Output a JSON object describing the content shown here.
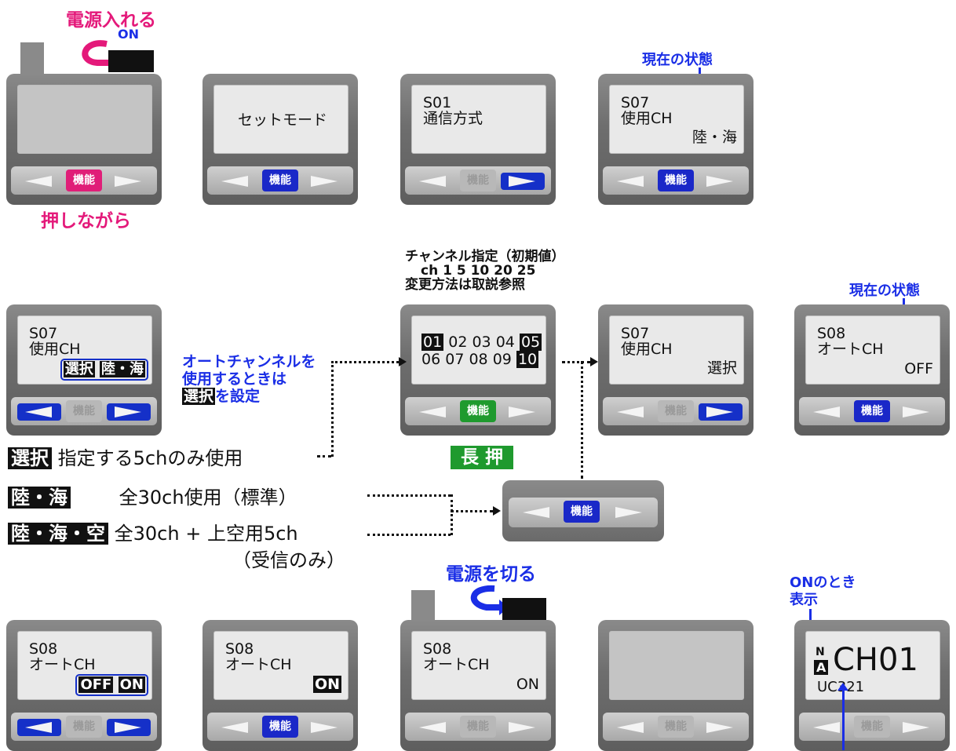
{
  "top_row": {
    "power_on_label": "電源入れる",
    "on_label": "ON",
    "hold_label": "押しながら",
    "current_state_label": "現在の状態",
    "d2_line1": "セットモード",
    "d3_line1": "S01",
    "d3_line2": "通信方式",
    "d4_line1": "S07",
    "d4_line2": "使用CH",
    "d4_value": "陸・海"
  },
  "middle_row": {
    "d5_line1": "S07",
    "d5_line2": "使用CH",
    "d5_opt1": "選択",
    "d5_opt2": "陸・海",
    "auto_note_line1": "オートチャンネルを",
    "auto_note_line2": "使用するときは",
    "auto_note_chip": "選択",
    "auto_note_suffix": "を設定",
    "ch_title_line1": "チャンネル指定（初期値）",
    "ch_title_line2": "ch 1 5 10 20 25",
    "ch_title_line3": "変更方法は取説参照",
    "channels_row1": [
      "01",
      "02",
      "03",
      "04",
      "05"
    ],
    "channels_row2": [
      "06",
      "07",
      "08",
      "09",
      "10"
    ],
    "long_press_label": "長 押",
    "d7_line1": "S07",
    "d7_line2": "使用CH",
    "d7_value": "選択",
    "current_state_label": "現在の状態",
    "d8_line1": "S08",
    "d8_line2": "オートCH",
    "d8_value": "OFF"
  },
  "legend": {
    "row1_chip": "選択",
    "row1_text": "指定する5chのみ使用",
    "row2_chip": "陸・海",
    "row2_text": "全30ch使用（標準）",
    "row3_chip": "陸・海・空",
    "row3_text": "全30ch + 上空用5ch",
    "row3_note": "（受信のみ）"
  },
  "bottom_row": {
    "power_off_label": "電源を切る",
    "d9_line1": "S08",
    "d9_line2": "オートCH",
    "d9_opt1": "OFF",
    "d9_opt2": "ON",
    "d10_line1": "S08",
    "d10_line2": "オートCH",
    "d10_value": "ON",
    "d11_line1": "S08",
    "d11_line2": "オートCH",
    "d11_value": "ON",
    "on_note_line1": "ONのとき",
    "on_note_line2": "表示",
    "d13_n": "N",
    "d13_a": "A",
    "d13_channel": "CH01",
    "d13_model": "UC321"
  },
  "button_label": "機能",
  "colors": {
    "blue": "#1a28c8",
    "pink": "#e01e78",
    "green": "#1f9a2e"
  }
}
